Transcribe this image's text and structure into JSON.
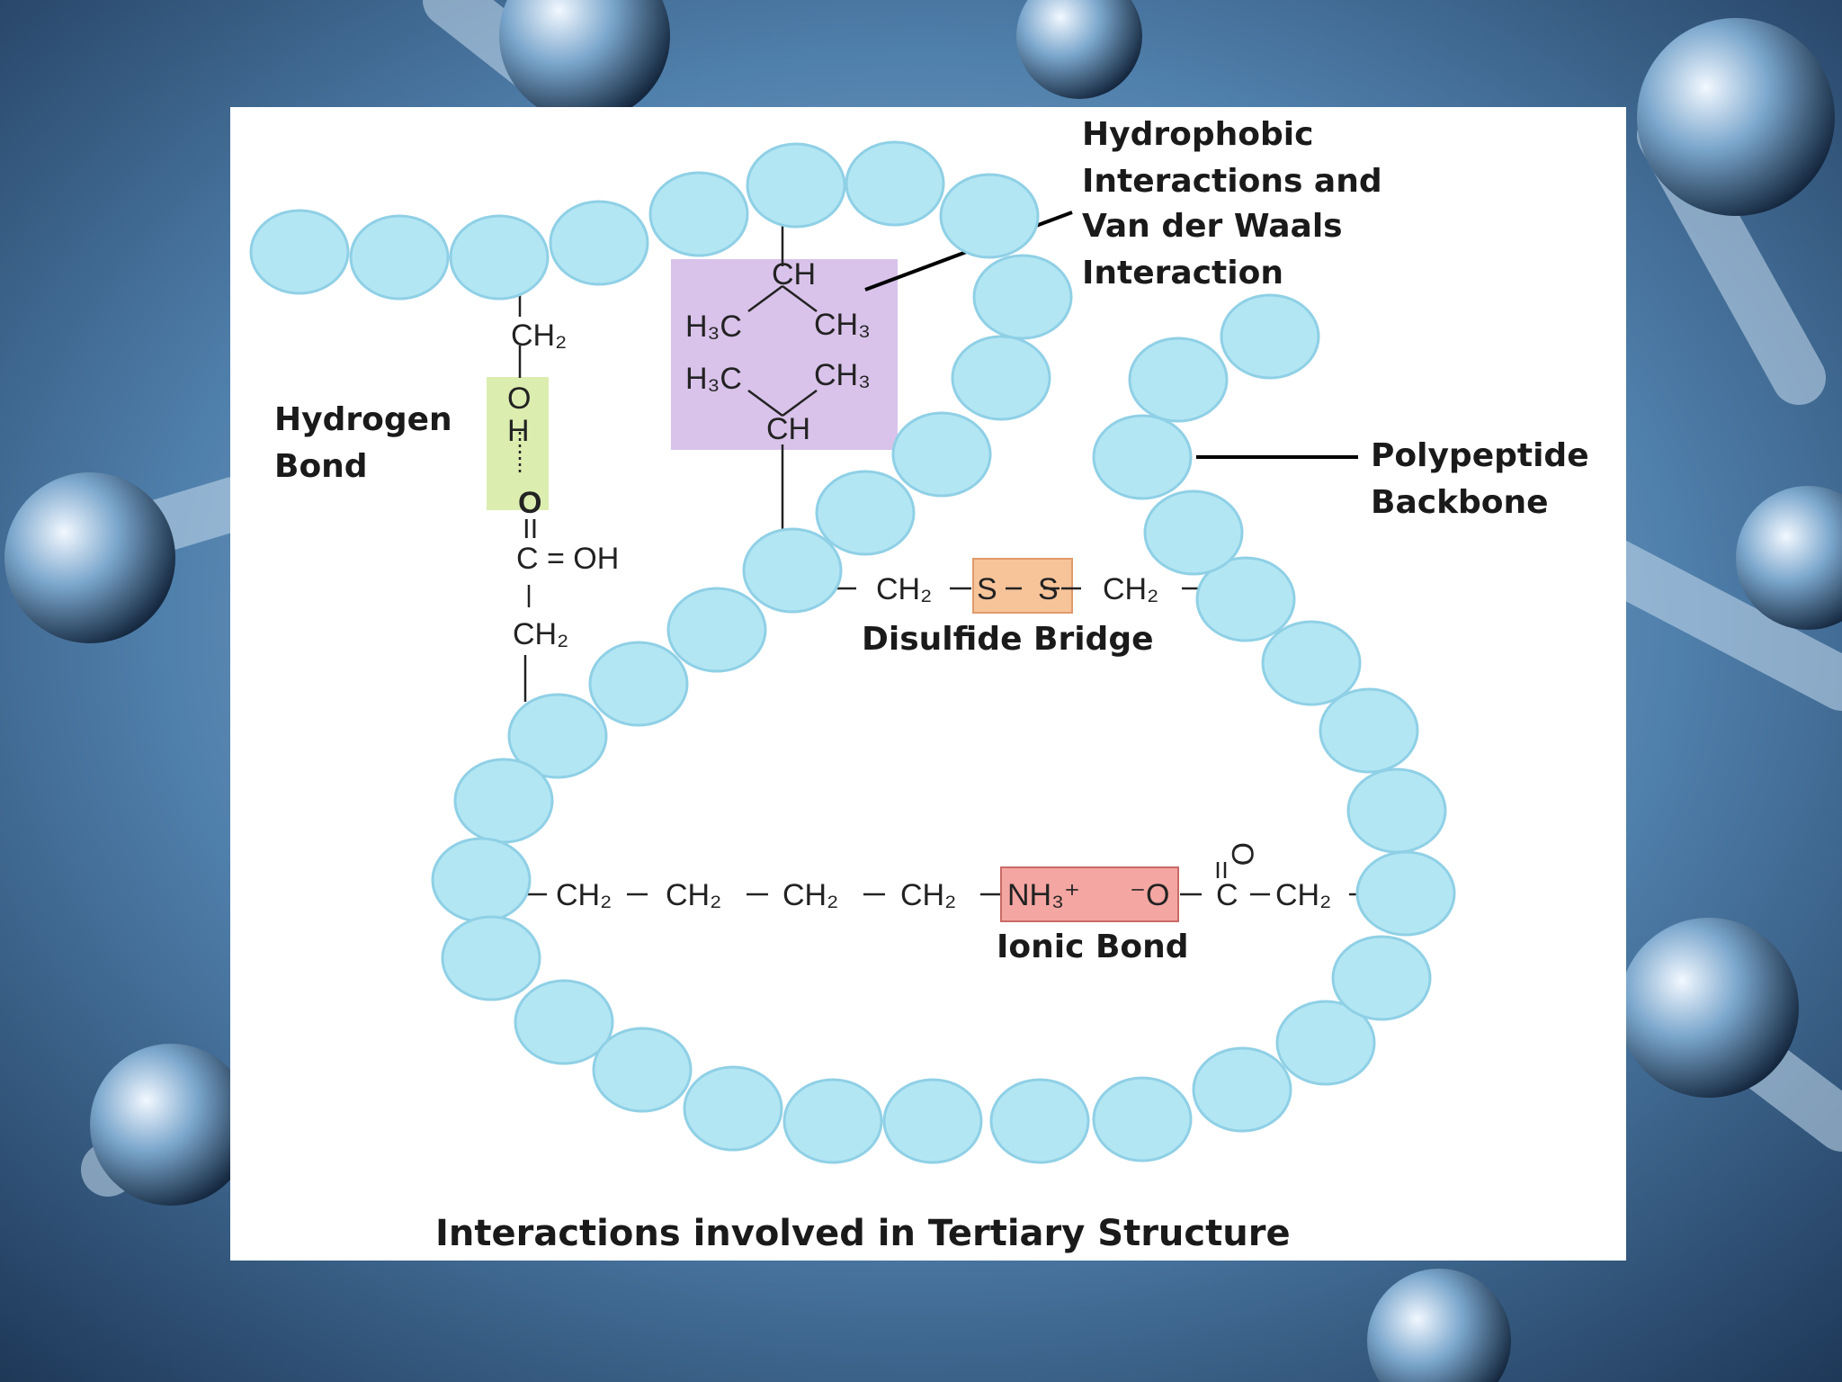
{
  "colors": {
    "background": "#3c6a96",
    "panel": "#ffffff",
    "bead_fill": "#b3e6f3",
    "bead_stroke": "#8fd0e6",
    "hydrophobic_box": "#d9c3ea",
    "hydrogen_box": "#dcedb0",
    "disulfide_box": "#f7c49a",
    "ionic_box": "#f4a6a2"
  },
  "labels": {
    "hydrophobic": [
      "Hydrophobic",
      "Interactions and",
      "Van der Waals",
      "Interaction"
    ],
    "hydrogen": [
      "Hydrogen",
      "Bond"
    ],
    "polypeptide": [
      "Polypeptide",
      "Backbone"
    ],
    "disulfide": "Disulfide Bridge",
    "ionic": "Ionic Bond",
    "caption": "Interactions involved in Tertiary Structure"
  },
  "chem": {
    "hydrophobic": {
      "ch_top": "CH",
      "h3c_1": "H₃C",
      "ch3_1": "CH₃",
      "h3c_2": "H₃C",
      "ch3_2": "CH₃",
      "ch_bottom": "CH"
    },
    "hydrogen": {
      "ch2_top": "CH₂",
      "o": "O",
      "h": "H",
      "o_acc": "O",
      "dbl": "II",
      "c_oh": "C = OH",
      "ch2_bottom": "CH₂"
    },
    "disulfide": {
      "ch2_left": "CH₂",
      "s1": "S",
      "s2": "S",
      "ch2_right": "CH₂"
    },
    "ionic": {
      "ch2_1": "CH₂",
      "ch2_2": "CH₂",
      "ch2_3": "CH₂",
      "ch2_4": "CH₂",
      "nh3": "NH₃⁺",
      "o_minus": "⁻O",
      "c": "C",
      "o_top": "O",
      "ch2_end": "CH₂"
    }
  }
}
